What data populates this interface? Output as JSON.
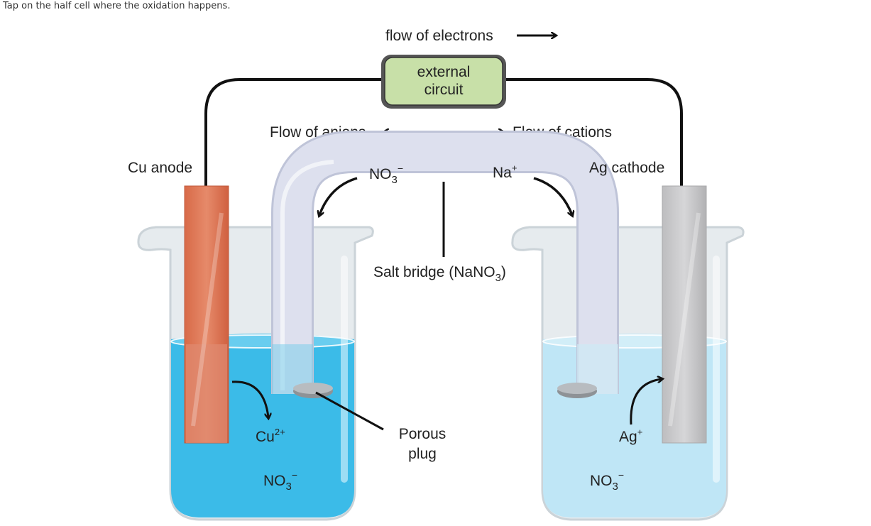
{
  "prompt": "Tap on the half cell where the oxidation happens.",
  "labels": {
    "flow_electrons": "flow of electrons",
    "external_line1": "external",
    "external_line2": "circuit",
    "flow_anions": "Flow of anions",
    "flow_cations": "Flow of cations",
    "cu_anode": "Cu anode",
    "ag_cathode": "Ag cathode",
    "no3_bridge": "NO",
    "no3_sub": "3",
    "no3_sup": "−",
    "na": "Na",
    "na_sup": "+",
    "salt_bridge_main": "Salt bridge (NaNO",
    "salt_bridge_sub": "3",
    "salt_bridge_close": ")",
    "cu_ion": "Cu",
    "cu_ion_sup": "2+",
    "porous_line1": "Porous",
    "porous_line2": "plug",
    "no3_left": "NO",
    "no3_left_sub": "3",
    "no3_left_sup": "−",
    "ag_ion": "Ag",
    "ag_ion_sup": "+",
    "no3_right": "NO",
    "no3_right_sub": "3",
    "no3_right_sup": "−"
  },
  "colors": {
    "circuit_box": "#c8e0a8",
    "left_solution": "#3bbbe8",
    "right_solution": "#bfe6f6",
    "copper": "#e07d5e",
    "silver": "#c9c9cb",
    "salt_bridge": "#dde0ee",
    "beaker": "#d8dfe4"
  }
}
